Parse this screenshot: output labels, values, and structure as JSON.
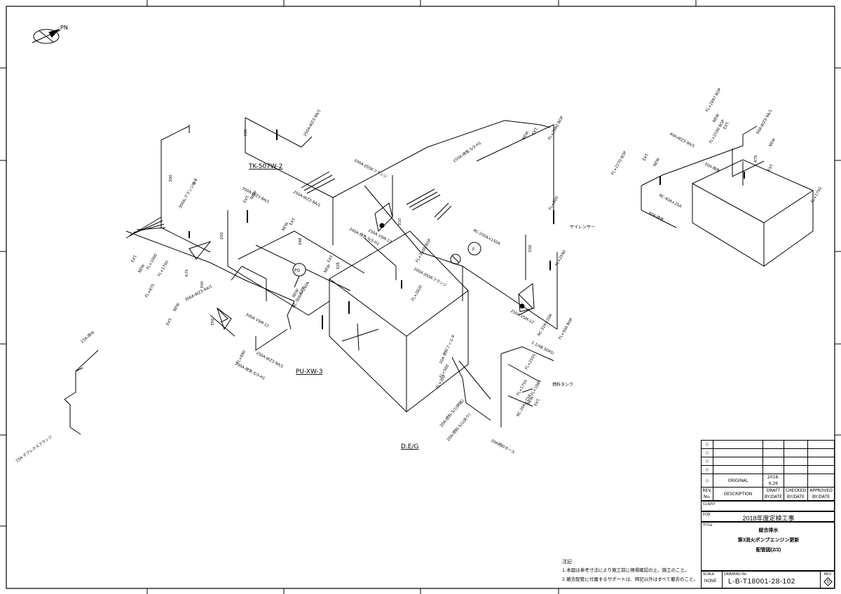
{
  "north": {
    "label": "PN"
  },
  "labels": {
    "tk507": "TK-507W-2",
    "pu_xw3": "PU-XW-3",
    "deg": "D.E/G",
    "silencer": "サイレンサー",
    "fuel_tank": "燃料タンク",
    "pg": "PG",
    "f": "F"
  },
  "dims": {
    "d700": "700",
    "d300": "300",
    "d310": "310",
    "d500": "500",
    "d675": "675",
    "d300b": "300",
    "d250": "250",
    "d350": "350",
    "d475": "475",
    "d328": "328",
    "d288": "288"
  },
  "pipe_labels": {
    "p1": "250A-WZ3-9A/1",
    "p2": "150A-排気-5/3-H1",
    "p3": "350A-WZ3-9A/1",
    "p4": "250A-WZ3-9A/1",
    "p5": "200A-排気-5/3-H1",
    "p6": "200A-JIS5Kフランジ",
    "p7": "250A VSM-13",
    "p8": "RC-200A×150A",
    "p9": "200A-JIS5Kフランジ",
    "p10": "250A VSM-12",
    "p11": "300A-フランジ継手",
    "p12": "300A-WZ3-9A/1",
    "p13": "300A VSM-11",
    "p14": "RC-300A×250A",
    "p15": "250A-WZ3-9A/1",
    "p16": "200A-排気-5/3-H1",
    "p17": "40A-WZ3-9A/1",
    "p18": "RC-40A×25A",
    "p19": "40A-排気",
    "p20": "50A-WZ3-9A/1",
    "p21": "50A-排気",
    "p22": "15A-排水",
    "p23": "15A デフレクスフランジ",
    "p24": "20A-燃料-5/1(供給)",
    "p25": "20A-燃料-5/1(戻り)",
    "p26": "RC-32A×20A",
    "p27": "RC-20A×15A",
    "p28": "20A 燃料フィルタ",
    "p29": "1 1/4B SOFD",
    "p30": "20A燃料ホース"
  },
  "levels": {
    "l1": "FL+2860 BOP",
    "l2": "FL+800",
    "l3": "FL+3600 BOP",
    "l4": "FL+2590",
    "l5": "FL+2820",
    "l6": "FL+500 BOP",
    "l7": "FL+1000",
    "l8": "FL+1750",
    "l9": "FL+675",
    "l10": "FL+690",
    "l11": "FL+2897 BOP",
    "l12": "FL+2100 BOP",
    "l13": "FL+2270 BOP",
    "l14": "FL+1750",
    "l15": "FL+500",
    "l16": "FL+300",
    "l17": "FL+2555",
    "l18": "FL+1885",
    "l19": "FL+1755"
  },
  "markers": {
    "new": "NEW",
    "ext": "EXT."
  },
  "notes": {
    "heading": "注記",
    "line1": "1.本図は参考寸法により施工前に現場確認の上、施工のこと。",
    "line2": "2.撤去配管に付属するサポートは、特記以外はすべて撤去のこと。"
  },
  "title_block": {
    "rev_original": "ORIGINAL",
    "rev_date": "2018. 6.26",
    "hdr_rev": "REV. No.",
    "hdr_desc": "DESCRIPTION",
    "hdr_draft": "DRAFT BY/DATE",
    "hdr_checked": "CHECKED BY/DATE",
    "hdr_approved": "APPROVED BY/DATE",
    "client_label": "CLIENT",
    "for_label": "FOR",
    "for_value": "2018年度定検工事",
    "title_label": "TITLE",
    "title1": "総合排水",
    "title2": "第3消火ポンプエンジン更新",
    "title3": "配管図(2/2)",
    "scale_label": "SCALE",
    "scale_value": "NONE",
    "drawing_label": "DRAWING No.",
    "drawing_value": "L-B-T18001-28-102",
    "rev_label": "REV.",
    "rev_value": "0"
  }
}
